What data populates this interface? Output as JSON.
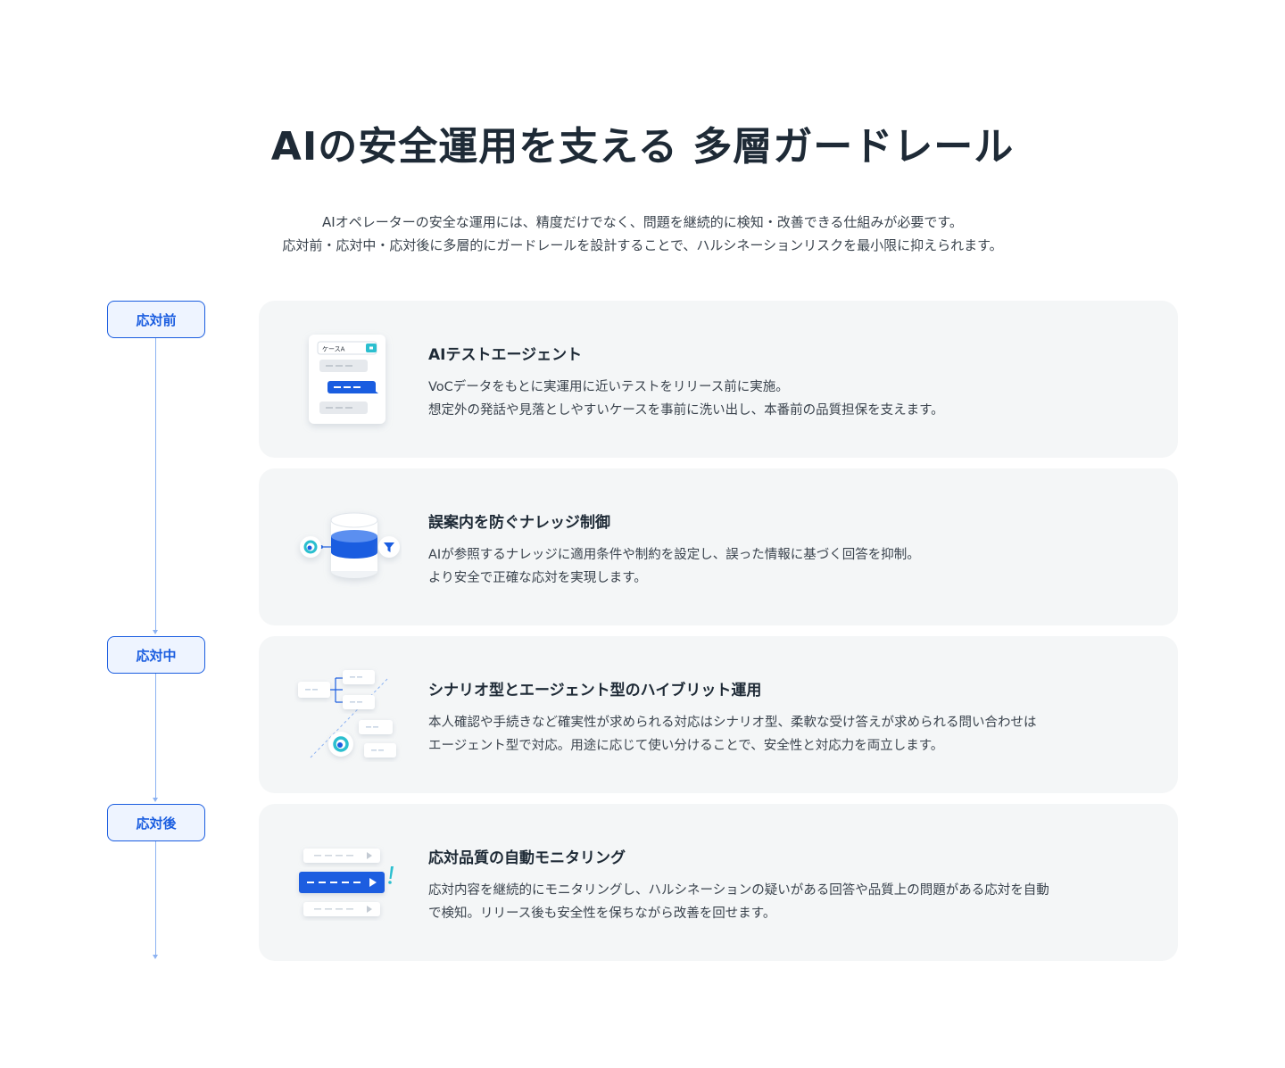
{
  "page": {
    "title": "AIの安全運用を支える 多層ガードレール",
    "lead": [
      "AIオペレーターの安全な運用には、精度だけでなく、問題を継続的に検知・改善できる仕組みが必要です。",
      "応対前・応対中・応対後に多層的にガードレールを設計することで、ハルシネーションリスクを最小限に抑えられます。"
    ]
  },
  "timeline": {
    "phases": [
      {
        "label": "応対前"
      },
      {
        "label": "応対中"
      },
      {
        "label": "応対後"
      }
    ]
  },
  "cards": [
    {
      "title": "AIテストエージェント",
      "desc": [
        "VoCデータをもとに実運用に近いテストをリリース前に実施。",
        " 想定外の発話や見落としやすいケースを事前に洗い出し、本番前の品質担保を支えます。"
      ],
      "illus_label": "ケースA",
      "icon": "chat-test-icon"
    },
    {
      "title": "誤案内を防ぐナレッジ制御",
      "desc": [
        "AIが参照するナレッジに適用条件や制約を設定し、誤った情報に基づく回答を抑制。",
        "より安全で正確な応対を実現します。"
      ],
      "icon": "database-filter-icon"
    },
    {
      "title": "シナリオ型とエージェント型のハイブリット運用",
      "desc": [
        "本人確認や手続きなど確実性が求められる対応はシナリオ型、柔軟な受け答えが求められる問い合わせは",
        "エージェント型で対応。用途に応じて使い分けることで、安全性と対応力を両立します。"
      ],
      "icon": "hybrid-flow-icon"
    },
    {
      "title": "応対品質の自動モニタリング",
      "desc": [
        "応対内容を継続的にモニタリングし、ハルシネーションの疑いがある回答や品質上の問題がある応対を自動",
        "で検知。リリース後も安全性を保ちながら改善を回せます。"
      ],
      "icon": "monitoring-alert-icon"
    }
  ],
  "colors": {
    "accent": "#1a5de0",
    "teal": "#2bbfcf",
    "card_bg": "#f4f6f7",
    "timeline_line": "#8cb2f2"
  }
}
